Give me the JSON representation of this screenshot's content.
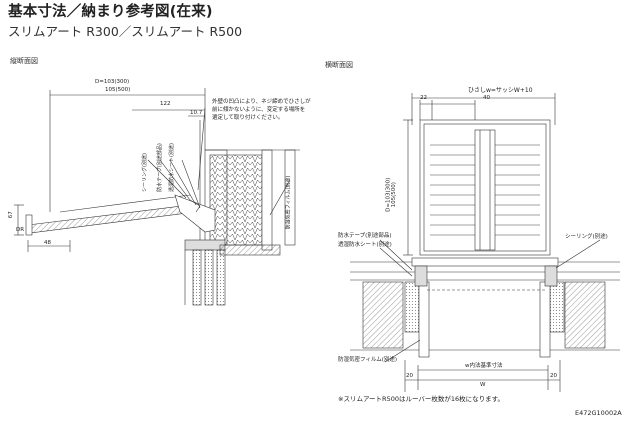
{
  "header": {
    "title": "基本寸法／納まり参考図(在来)",
    "subtitle": "スリムアート R300／スリムアート R500"
  },
  "sections": {
    "vertical": "縦断面図",
    "horizontal": "横断面図"
  },
  "vertical_labels": {
    "d_top": "D=103(300)",
    "d_bottom": "105(500)",
    "dim_122": "122",
    "dim_107": "10.7",
    "dim_67": "67",
    "dim_48": "48",
    "dim_dr": "DR",
    "note_line1": "外壁の凹凸により、ネジ締めでひさしが",
    "note_line2": "前に傾かないように、変定する場所を",
    "note_line3": "選定して取り付けください。",
    "sealing": "シーリング(別途)",
    "waterproof_tape": "防水テープ(別途部品)",
    "ventilation_sheet": "透湿防水シート(別途)",
    "moisture_film": "防湿気密フィルム(別途)"
  },
  "horizontal_labels": {
    "hisashi_width": "ひさしw=サッシW+10",
    "dim_22": "22",
    "dim_40": "40",
    "d_top": "D=103(300)",
    "d_bottom": "105(500)",
    "waterproof_tape": "防水テープ(別途部品)",
    "ventilation_sheet": "透湿防水シート(別途)",
    "sealing": "シーリング(別途)",
    "moisture_film": "防湿気密フィルム(別途)",
    "inner_width": "w内法基準寸法",
    "dim_20_left": "20",
    "dim_20_right": "20",
    "dim_w": "W"
  },
  "footer": {
    "note": "※スリムアートR500はルーバー枚数が16枚になります。",
    "code": "E472G10002A"
  }
}
